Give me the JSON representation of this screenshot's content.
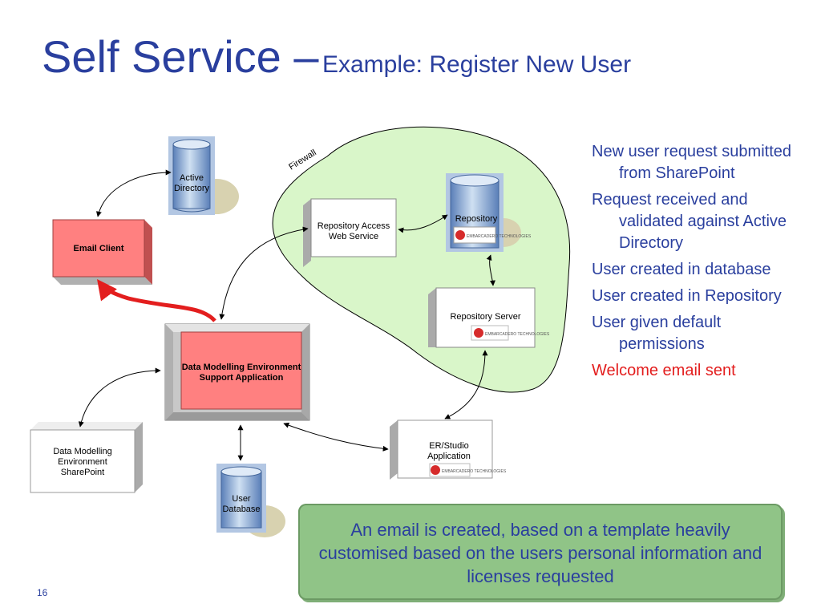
{
  "slide": {
    "title_main": "Self Service –",
    "title_sub": "Example: Register New User",
    "page_number": "16"
  },
  "diagram": {
    "firewall_label": "Firewall",
    "nodes": {
      "active_directory": "Active Directory",
      "email_client": "Email Client",
      "repository_access": "Repository Access Web Service",
      "repository": "Repository",
      "repository_server": "Repository Server",
      "dme_support": "Data Modelling Environment Support Application",
      "sharepoint": "Data Modelling Environment SharePoint",
      "user_database": "User Database",
      "er_studio": "ER/Studio Application"
    },
    "logo_text": "EMBARCADERO TECHNOLOGIES"
  },
  "bullets": [
    "New user request submitted from SharePoint",
    "Request received and validated against Active Directory",
    "User created in database",
    "User created in Repository",
    "User given default permissions",
    "Welcome email sent"
  ],
  "callout": "An email is created, based on a template heavily customised based on the users personal information and licenses requested",
  "colors": {
    "title": "#2a3f9e",
    "highlight": "#e31e1e",
    "firewall_fill": "#d9f6c9",
    "box_pink": "#ff8080",
    "callout_fill": "#90c487"
  }
}
